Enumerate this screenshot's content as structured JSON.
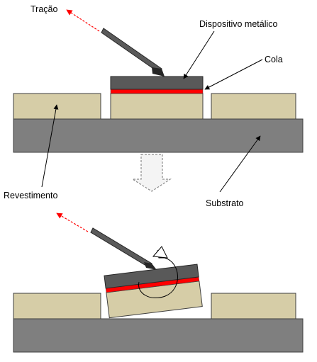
{
  "labels": {
    "tracao": "Tração",
    "dispositivo": "Dispositivo metálico",
    "cola": "Cola",
    "revestimento": "Revestimento",
    "substrato": "Substrato"
  },
  "colors": {
    "coating": "#d6cda7",
    "substrate": "#7f7f7f",
    "device": "#595959",
    "glue": "#ff0000",
    "arrow_red": "#ff0000",
    "rod": "#5a5a5a",
    "process_arrow": "#a6a6a6"
  }
}
